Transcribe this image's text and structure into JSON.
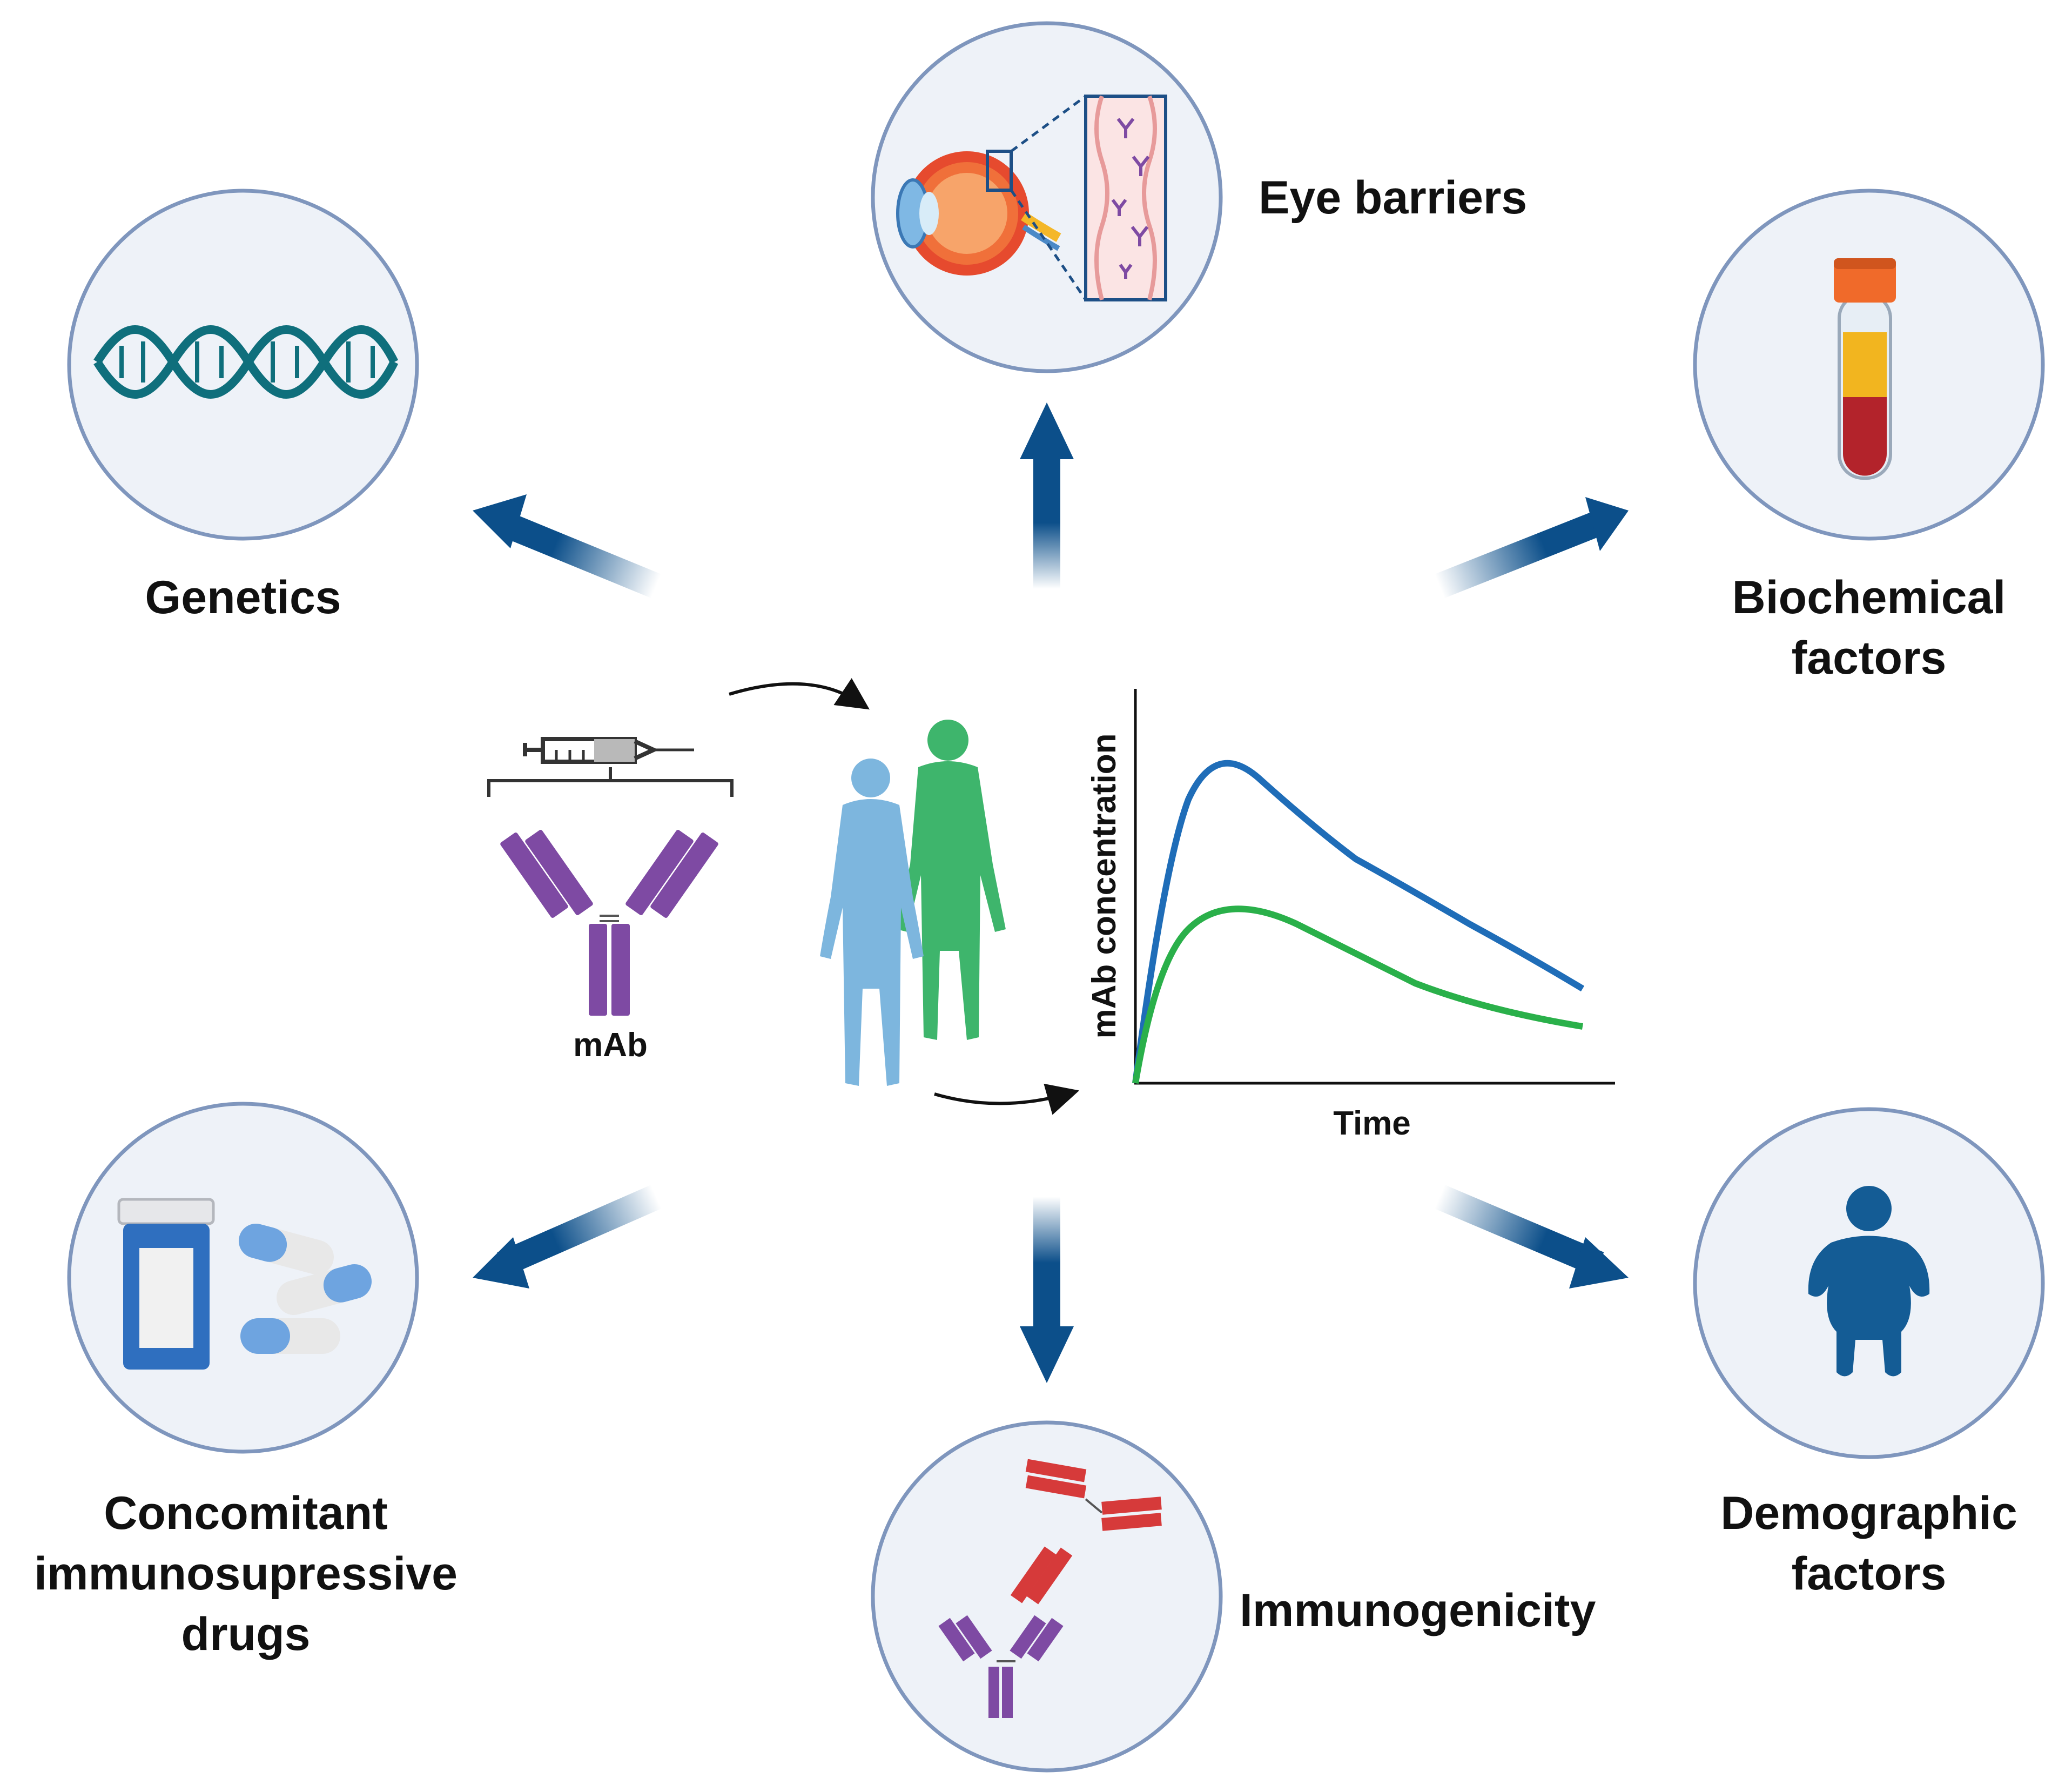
{
  "labels": {
    "eye": "Eye barriers",
    "genetics": "Genetics",
    "biochemical": "Biochemical\nfactors",
    "drugs": "Concomitant\nimmunosupressive\ndrugs",
    "immunogenicity": "Immunogenicity",
    "demographic": "Demographic\nfactors",
    "mab": "mAb",
    "time": "Time",
    "conc": "mAb concentration"
  },
  "colors": {
    "circle_fill": "#eef2f8",
    "circle_stroke": "#7f96bd",
    "arrow": "#0c4f8a",
    "antibody": "#7e4aa3",
    "anti_drug_antibody": "#d63a3a",
    "dna": "#0f6f7c",
    "person_blue": "#7db6de",
    "person_green": "#3eb56c",
    "curve_blue": "#1f6db8",
    "curve_green": "#2ab04a"
  },
  "icons": [
    "eye-icon",
    "dna-icon",
    "blood-tube-icon",
    "pill-bottle-icon",
    "anti-drug-antibody-icon",
    "child-icon",
    "syringe-icon",
    "antibody-icon",
    "people-icon"
  ]
}
